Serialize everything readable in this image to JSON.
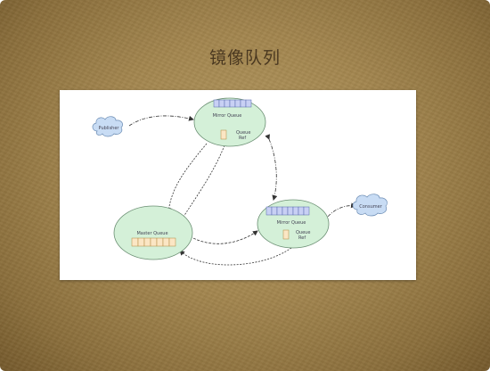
{
  "slide": {
    "title": "镜像队列"
  },
  "diagram": {
    "publisher_label": "Publisher",
    "consumer_label": "Consumer",
    "mirror_queue_label": "Mirror Queue",
    "mirror_queue_2_label": "Mirror Queue",
    "master_queue_label": "Master Queue",
    "queue_ref_line1": "Queue",
    "queue_ref_line2": "Ref",
    "queue_ref_2_line1": "Queue",
    "queue_ref_2_line2": "Ref"
  },
  "colors": {
    "node_fill": "#d4f0d8",
    "node_stroke": "#6b8f73",
    "queue_cell": "#c8d0f4",
    "master_cell": "#fbe6c4",
    "cloud_fill": "#c8dcf4",
    "arrow": "#333333"
  }
}
